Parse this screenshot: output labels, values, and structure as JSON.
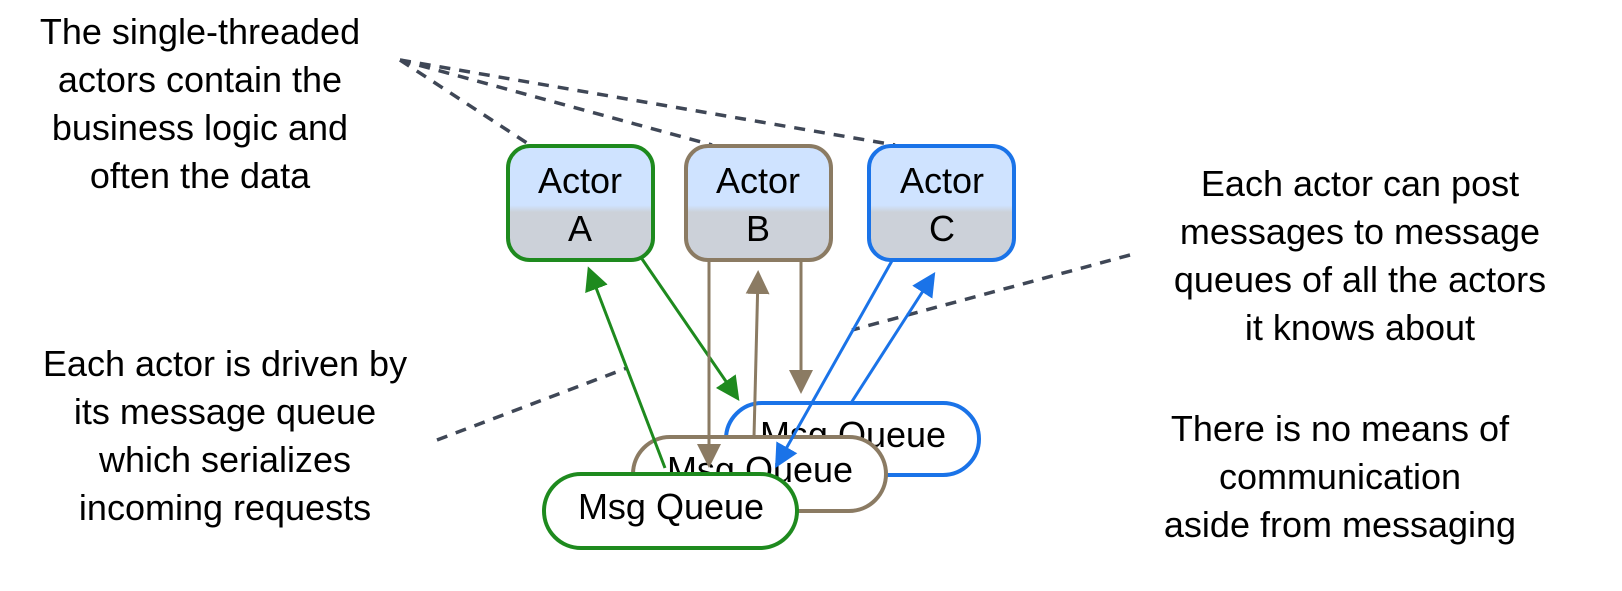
{
  "notes": {
    "top_left": [
      "The single-threaded",
      "actors contain the",
      "business logic and",
      "often the data"
    ],
    "top_right": [
      "Each actor can post",
      "messages to message",
      "queues of all the actors",
      "it knows about"
    ],
    "mid_left": [
      "Each actor is driven by",
      "its message queue",
      "which serializes",
      "incoming requests"
    ],
    "bottom_right": [
      "There is no means of",
      "communication",
      "aside from messaging"
    ]
  },
  "actors": [
    {
      "label_line1": "Actor",
      "label_line2": "A",
      "color": "#1e8a1e"
    },
    {
      "label_line1": "Actor",
      "label_line2": "B",
      "color": "#8b7b63"
    },
    {
      "label_line1": "Actor",
      "label_line2": "C",
      "color": "#1a73e8"
    }
  ],
  "queues": [
    {
      "label": "Msg Queue",
      "color": "#1a73e8"
    },
    {
      "label": "Msg Queue",
      "color": "#8b7b63"
    },
    {
      "label": "Msg Queue",
      "color": "#1e8a1e"
    }
  ],
  "colors": {
    "actor_gradient_top": "#cfe3ff",
    "actor_gradient_bottom": "#ccd1d9",
    "dashed_line": "#3f4756"
  }
}
